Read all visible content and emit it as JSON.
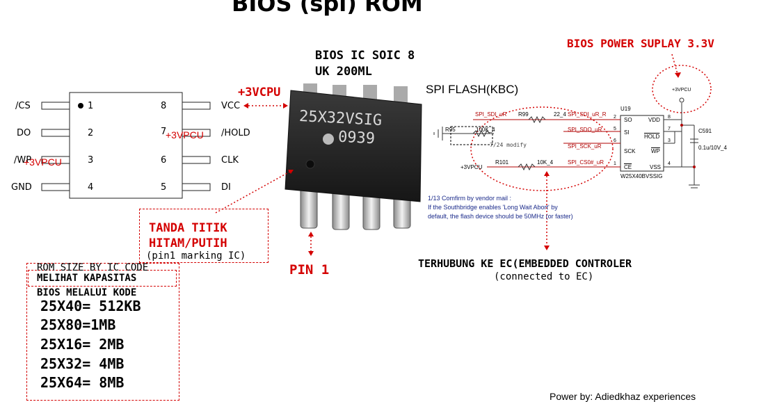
{
  "title": "BIOS (spi) ROM",
  "pinout": {
    "left_pins": [
      {
        "label": "/CS",
        "num": "1"
      },
      {
        "label": "DO",
        "num": "2"
      },
      {
        "label": "/WP",
        "num": "3"
      },
      {
        "label": "GND",
        "num": "4"
      }
    ],
    "right_pins": [
      {
        "label": "VCC",
        "num": "8"
      },
      {
        "label": "/HOLD",
        "num": "7"
      },
      {
        "label": "CLK",
        "num": "6"
      },
      {
        "label": "DI",
        "num": "5"
      }
    ],
    "overlay_3vpcu_pin7": "+3VPCU",
    "overlay_3vpcu_pin3": "+3VPCU"
  },
  "chip_photo": {
    "caption_line1": "BIOS IC SOIC 8",
    "caption_line2": "UK 200ML",
    "marking_line1": "25X32VSIG",
    "marking_line2": "0939",
    "vcc_label": "+3VCPU"
  },
  "annotations": {
    "marker_line1": "TANDA TITIK",
    "marker_line2": "HITAM/PUTIH",
    "marker_line3": "(pin1 marking IC)",
    "pin1": "PIN 1",
    "ec_line1": "TERHUBUNG KE EC(EMBEDDED CONTROLER",
    "ec_line2": "(connected to EC)",
    "power_supply": "BIOS POWER SUPLAY 3.3V"
  },
  "rom_size": {
    "heading1": "ROM SIZE BY IC CODE",
    "heading2": "MELIHAT KAPASITAS",
    "heading3": "BIOS MELALUI KODE",
    "entries": [
      {
        "code": "25X40=",
        "size": "512KB"
      },
      {
        "code": "25X80=",
        "size": "1MB"
      },
      {
        "code": "25X16=",
        "size": "2MB"
      },
      {
        "code": "25X32=",
        "size": "4MB"
      },
      {
        "code": "25X64=",
        "size": "8MB"
      }
    ]
  },
  "schematic": {
    "title": "SPI FLASH(KBC)",
    "ic_ref": "U19",
    "ic_part": "W25X40BVSSIG",
    "pins_left": [
      {
        "name": "SO",
        "num": "2"
      },
      {
        "name": "SI",
        "num": "5"
      },
      {
        "name": "SCK",
        "num": "6"
      },
      {
        "name": "CE",
        "num": "1"
      }
    ],
    "pins_right": [
      {
        "name": "VDD",
        "num": "8"
      },
      {
        "name": "HOLD",
        "num": "7"
      },
      {
        "name": "WP",
        "num": "3"
      },
      {
        "name": "VSS",
        "num": "4"
      }
    ],
    "nets": [
      "SPI_SDI_uR",
      "22_4",
      "SPI_SDI_uR_R",
      "SPI_SDO_uR",
      "SPI_SCK_uR",
      "SPI_CS0#_uR"
    ],
    "r99": "R99",
    "r95": "R95",
    "r95_val": "100K_4",
    "r101": "R101",
    "r101_val": "10K_4",
    "modify_note": "7/24 modify",
    "vpcu_left": "+3VPCU",
    "vpcu_top": "+3VPCU",
    "cap_ref": "C591",
    "cap_val": "0.1u/10V_4",
    "note_line1": "1/13 Comfirm by vendor mail :",
    "note_line2": "If the Southbridge enables 'Long Wait Abort' by",
    "note_line3": "default, the flash device should be 50MHz (or faster)"
  },
  "footer": "Power by: Adiedkhaz experiences"
}
